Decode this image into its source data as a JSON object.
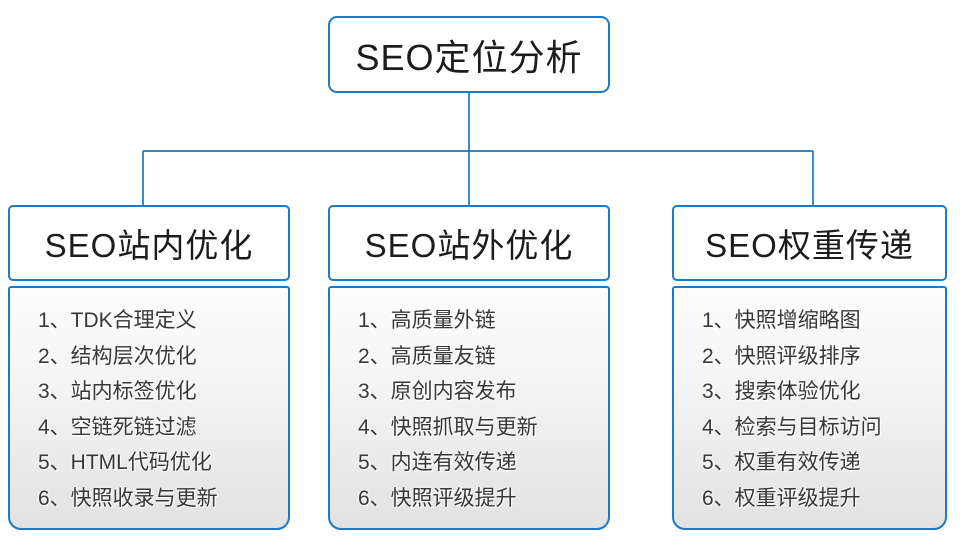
{
  "diagram": {
    "root_title": "SEO定位分析",
    "branches": [
      {
        "title": "SEO站内优化",
        "items": [
          "1、TDK合理定义",
          "2、结构层次优化",
          "3、站内标签优化",
          "4、空链死链过滤",
          "5、HTML代码优化",
          "6、快照收录与更新"
        ]
      },
      {
        "title": "SEO站外优化",
        "items": [
          "1、高质量外链",
          "2、高质量友链",
          "3、原创内容发布",
          "4、快照抓取与更新",
          "5、内连有效传递",
          "6、快照评级提升"
        ]
      },
      {
        "title": "SEO权重传递",
        "items": [
          "1、快照增缩略图",
          "2、快照评级排序",
          "3、搜索体验优化",
          "4、检索与目标访问",
          "5、权重有效传递",
          "6、权重评级提升"
        ]
      }
    ],
    "colors": {
      "box_border": "#1e7ac6",
      "connector_line": "#1b76bd",
      "body_fill_bottom": "#e2e2e2",
      "text": "#383838"
    }
  }
}
